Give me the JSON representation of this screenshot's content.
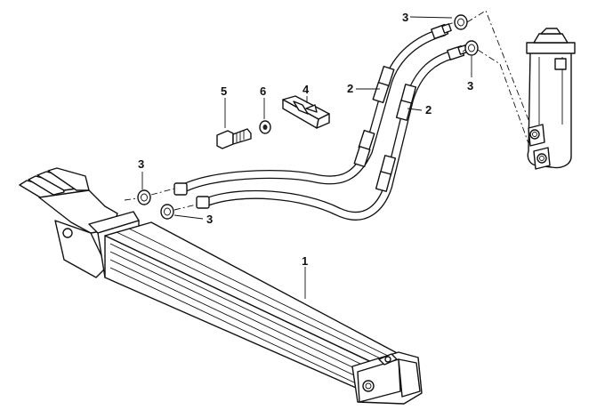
{
  "callouts": {
    "cooler": "1",
    "hose_a": "2",
    "hose_b": "2",
    "washer_top_left": "3",
    "washer_top_right": "3",
    "washer_left_upper": "3",
    "washer_left_lower": "3",
    "clamp": "4",
    "bolt": "5",
    "washer_small": "6"
  }
}
